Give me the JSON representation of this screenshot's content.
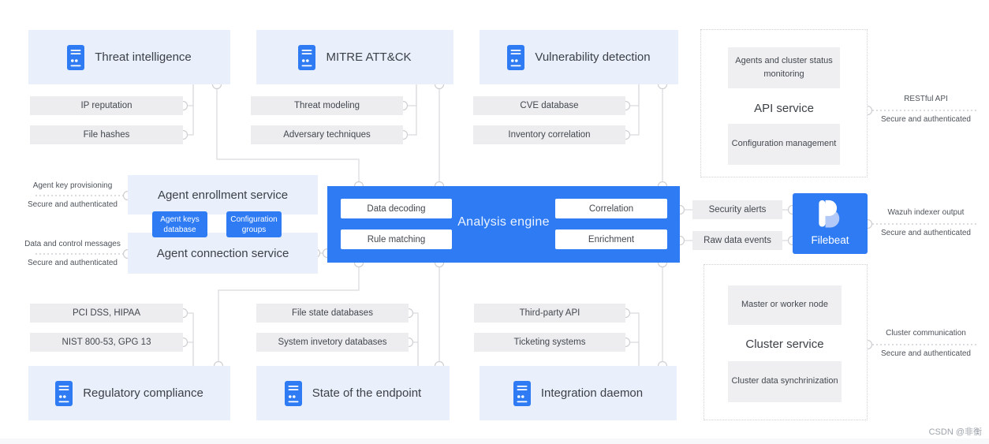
{
  "colors": {
    "accent_blue": "#2e7bf3",
    "panel_blue": "#e9effb",
    "panel_gray": "#ededf0",
    "filebeat_light": "#b3c9f8",
    "line_gray": "#d9d9dd",
    "text_dark": "#3c4147"
  },
  "icons": {
    "module": "document-icon",
    "filebeat": "filebeat-logo"
  },
  "modules": {
    "threat_intelligence": {
      "title": "Threat intelligence",
      "items": [
        "IP reputation",
        "File hashes"
      ]
    },
    "mitre": {
      "title": "MITRE ATT&CK",
      "items": [
        "Threat modeling",
        "Adversary techniques"
      ]
    },
    "vulnerability": {
      "title": "Vulnerability detection",
      "items": [
        "CVE database",
        "Inventory correlation"
      ]
    },
    "regulatory": {
      "title": "Regulatory compliance",
      "items": [
        "PCI DSS, HIPAA",
        "NIST 800-53, GPG 13"
      ]
    },
    "endpoint_state": {
      "title": "State of the endpoint",
      "items": [
        "File state databases",
        "System invetory databases"
      ]
    },
    "integration": {
      "title": "Integration daemon",
      "items": [
        "Third-party API",
        "Ticketing systems"
      ]
    }
  },
  "agent": {
    "enrollment_title": "Agent enrollment service",
    "connection_title": "Agent connection service",
    "chips": [
      "Agent keys database",
      "Configuration groups"
    ],
    "enrollment_channel": {
      "top": "Agent key provisioning",
      "bottom": "Secure and authenticated"
    },
    "connection_channel": {
      "top": "Data and control messages",
      "bottom": "Secure and authenticated"
    }
  },
  "engine": {
    "title": "Analysis engine",
    "left_items": [
      "Data decoding",
      "Rule matching"
    ],
    "right_items": [
      "Correlation",
      "Enrichment"
    ]
  },
  "output": {
    "items": [
      "Security alerts",
      "Raw data events"
    ],
    "filebeat_label": "Filebeat",
    "channel": {
      "top": "Wazuh indexer output",
      "bottom": "Secure and authenticated"
    }
  },
  "api_service": {
    "title": "API service",
    "boxes": [
      "Agents and cluster status monitoring",
      "Configuration management"
    ],
    "channel": {
      "top": "RESTful API",
      "bottom": "Secure and authenticated"
    }
  },
  "cluster_service": {
    "title": "Cluster service",
    "boxes": [
      "Master or worker node",
      "Cluster data synchrinization"
    ],
    "channel": {
      "top": "Cluster communication",
      "bottom": "Secure and authenticated"
    }
  },
  "watermark": "CSDN @非衡"
}
